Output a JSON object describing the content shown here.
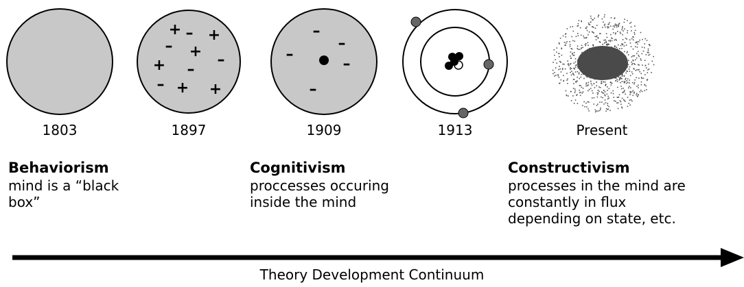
{
  "models": [
    {
      "year": "1803",
      "style": "solid"
    },
    {
      "year": "1897",
      "style": "plum-pudding",
      "signs": [
        "+",
        "-",
        "+",
        "-",
        "+",
        "+",
        "-",
        "-",
        "-",
        "+",
        "+"
      ]
    },
    {
      "year": "1909",
      "style": "nucleus",
      "signs": [
        "-",
        "-",
        "-",
        "-",
        "-"
      ]
    },
    {
      "year": "1913",
      "style": "orbital"
    },
    {
      "year": "Present",
      "style": "cloud"
    }
  ],
  "theories": [
    {
      "name": "Behaviorism",
      "lines": [
        "mind is a “black",
        "box”"
      ]
    },
    {
      "name": "Cognitivism",
      "lines": [
        "proccesses occuring",
        "inside the mind"
      ]
    },
    {
      "name": "Constructivism",
      "lines": [
        "processes in the mind are",
        "constantly in flux",
        "depending on state, etc."
      ]
    }
  ],
  "axis_label": "Theory Development Continuum",
  "colors": {
    "fill": "#c8c8c8",
    "stroke": "#000000",
    "dot": "#666666"
  }
}
